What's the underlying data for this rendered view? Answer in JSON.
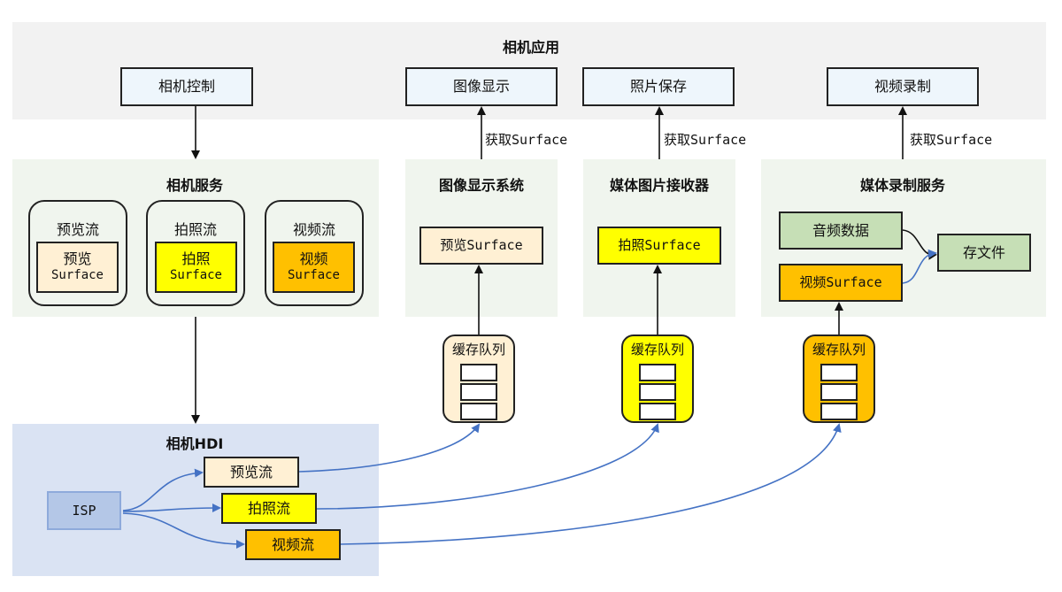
{
  "app_layer": {
    "title": "相机应用",
    "boxes": [
      "相机控制",
      "图像显示",
      "照片保存",
      "视频录制"
    ]
  },
  "get_surface_label": "获取Surface",
  "camera_service": {
    "title": "相机服务",
    "streams": [
      {
        "name": "预览流",
        "surface_line1": "预览",
        "surface_line2": "Surface"
      },
      {
        "name": "拍照流",
        "surface_line1": "拍照",
        "surface_line2": "Surface"
      },
      {
        "name": "视频流",
        "surface_line1": "视频",
        "surface_line2": "Surface"
      }
    ]
  },
  "display_system": {
    "title": "图像显示系统",
    "surface": "预览Surface"
  },
  "image_receiver": {
    "title": "媒体图片接收器",
    "surface": "拍照Surface"
  },
  "recorder_service": {
    "title": "媒体录制服务",
    "audio": "音频数据",
    "surface": "视频Surface",
    "file": "存文件"
  },
  "buffer_queue_label": "缓存队列",
  "hdi": {
    "title": "相机HDI",
    "isp": "ISP",
    "streams": [
      "预览流",
      "拍照流",
      "视频流"
    ]
  },
  "colors": {
    "preview": "#fff0d4",
    "photo": "#ffff00",
    "video": "#ffc000",
    "green_box": "#c6dfb6",
    "flow_arrow": "#4472c4"
  }
}
